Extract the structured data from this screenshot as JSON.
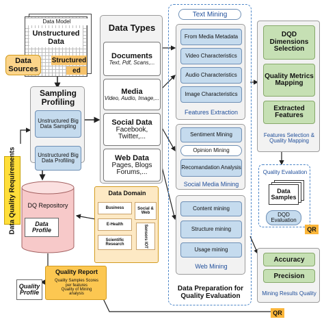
{
  "data_model": {
    "title": "Data Model",
    "unstructured": "Unstructured",
    "data": "Data",
    "structured_1": "Structured",
    "structured_2": "ed"
  },
  "data_sources": "Data Sources",
  "sampling": {
    "title": "Sampling Profiling",
    "box1": "Unstructured Big Data Sampling",
    "box2": "Unstructured Big Data Profiling"
  },
  "data_quality_requirements": "Data Quality Requirements",
  "repository": {
    "label": "DQ Repository",
    "doc": "Data Profile"
  },
  "data_types": {
    "title": "Data Types",
    "documents": {
      "title": "Documents",
      "sub": "Text, Pdf, Scans,..."
    },
    "media": {
      "title": "Media",
      "sub": "Video, Audio, Image,..."
    },
    "social": {
      "title": "Social Data",
      "sub": "Facebook, Twitter,..."
    },
    "web": {
      "title": "Web Data",
      "sub": "Pages, Blogs Forums,..."
    }
  },
  "data_domain": {
    "title": "Data Domain",
    "business": "Business",
    "social_web": "Social & Web",
    "ehealth": "E-Health",
    "sensors": "Sensors IOT",
    "scientific": "Scientific Research"
  },
  "text_mining": "Text Mining",
  "features_extraction": {
    "from_media": "From Media Metadata",
    "video": "Video Characteristics",
    "audio": "Audio Characteristics",
    "image": "Image Characteristics",
    "label": "Features Extraction"
  },
  "social_media_mining": {
    "sentiment": "Sentiment Mining",
    "opinion": "Opinion Mining",
    "recommendation": "Recomandation Analysis",
    "label": "Social Media Mining"
  },
  "web_mining": {
    "content": "Content mining",
    "structure": "Structure mining",
    "usage": "Usage mining",
    "label": "Web Mining"
  },
  "data_preparation": "Data Preparation for Quality Evaluation",
  "quality_mapping": {
    "dimensions": "DQD Dimensions Selection",
    "metrics": "Quality Metrics Mapping",
    "features": "Extracted Features",
    "label": "Features Selection & Quality Mapping"
  },
  "quality_evaluation": {
    "label": "Quality Evaluation",
    "samples": "Data Samples",
    "dqd_eval": "DQD Evaluation",
    "qr": "QR"
  },
  "mining_results": {
    "accuracy": "Accuracy",
    "precision": "Precision",
    "label": "Mining Results Quality"
  },
  "quality_report": {
    "title": "Quality Report",
    "sub1": "Quality Samples Scores",
    "sub2": "per features",
    "sub3": "Quality of Mining",
    "sub4": "analysis"
  },
  "quality_profile": "Quality Profile",
  "qr_bottom": "QR",
  "colors": {
    "blue": "#c5dbee",
    "green": "#c6e0b4",
    "orange": "#fbd48a",
    "yellow": "#ffde3a",
    "label_blue": "#1f4e9a"
  }
}
